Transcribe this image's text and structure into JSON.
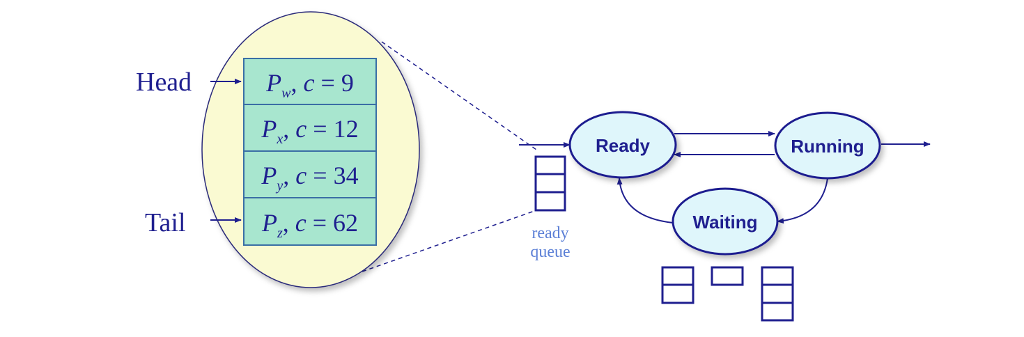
{
  "colors": {
    "ink": "#1f1f8f",
    "oval_fill": "#fafad2",
    "cell_fill": "#a8e6cf",
    "cell_border": "#3a6ea5",
    "state_fill": "#dff6fb",
    "queue_label": "#5b7fd6"
  },
  "zoom": {
    "head_label": "Head",
    "tail_label": "Tail",
    "processes": [
      {
        "name": "P",
        "sub": "w",
        "var": "c",
        "value": "9"
      },
      {
        "name": "P",
        "sub": "x",
        "var": "c",
        "value": "12"
      },
      {
        "name": "P",
        "sub": "y",
        "var": "c",
        "value": "34"
      },
      {
        "name": "P",
        "sub": "z",
        "var": "c",
        "value": "62"
      }
    ]
  },
  "ready_queue": {
    "label_line1": "ready",
    "label_line2": "queue"
  },
  "states": {
    "ready": "Ready",
    "running": "Running",
    "waiting": "Waiting"
  }
}
